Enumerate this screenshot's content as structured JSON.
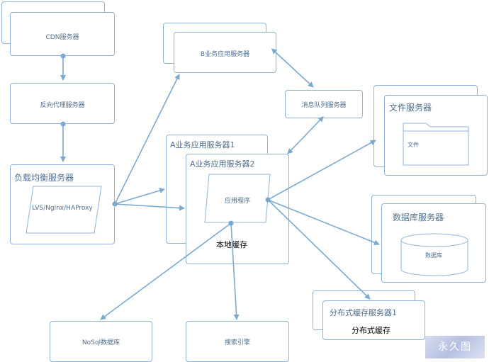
{
  "nodes": {
    "cdn": "CDN服务器",
    "reverse_proxy": "反向代理服务器",
    "load_balancer": "负载均衡服务器",
    "lb_software": "LVS/Nginx/HAProxy",
    "b_app": "B业务应用服务器",
    "mq": "消息队列服务器",
    "a_app1": "A业务应用服务器1",
    "a_app2": "A业务应用服务器2",
    "app_program": "应用程序",
    "local_cache": "本地缓存",
    "file_server": "文件服务器",
    "file": "文件",
    "db_server": "数据库服务器",
    "database": "数据库",
    "dist_cache_server": "分布式缓存服务器1",
    "dist_cache": "分布式缓存",
    "nosql": "NoSql数据库",
    "search": "搜索引擎"
  },
  "colors": {
    "line": "#7aa9d0",
    "border": "#8fb3d4",
    "text": "#4f6f8f"
  }
}
